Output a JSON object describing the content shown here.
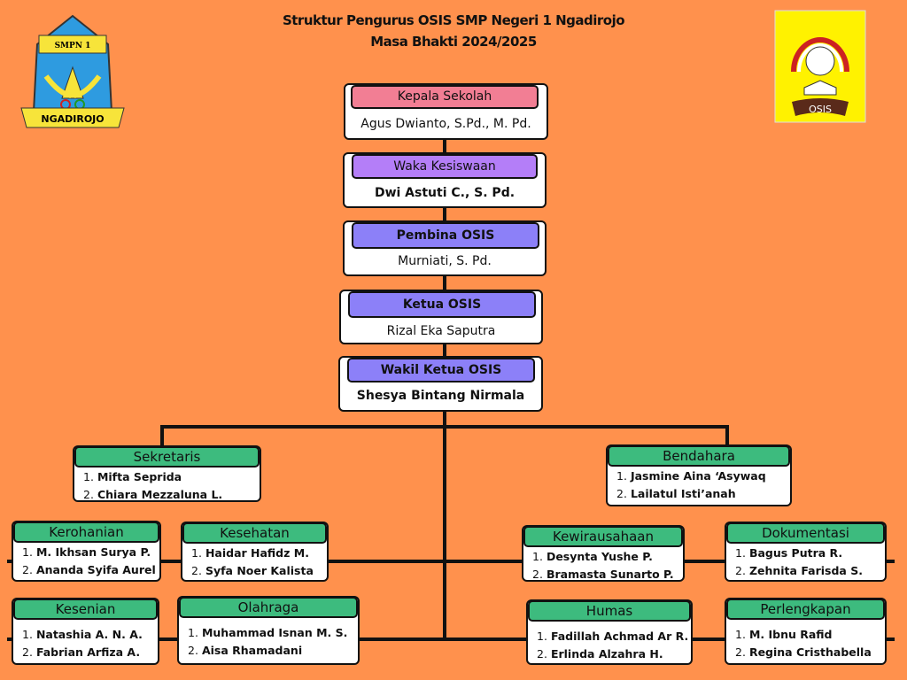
{
  "title": {
    "line1": "Struktur Pengurus OSIS SMP Negeri 1 Ngadirojo",
    "line2": "Masa Bhakti 2024/2025"
  },
  "logos": {
    "school_top": "SMPN 1",
    "school_bottom": "NGADIROJO",
    "osis": "OSIS"
  },
  "leadership": [
    {
      "role": "Kepala Sekolah",
      "name": "Agus Dwianto, S.Pd., M. Pd.",
      "color": "#F27E94"
    },
    {
      "role": "Waka Kesiswaan",
      "name": "Dwi Astuti C., S. Pd.",
      "color": "#B47EF8"
    },
    {
      "role": "Pembina OSIS",
      "name": "Murniati, S. Pd.",
      "color": "#8C80F8"
    },
    {
      "role": "Ketua OSIS",
      "name": "Rizal Eka Saputra",
      "color": "#8C80F8"
    },
    {
      "role": "Wakil Ketua OSIS",
      "name": "Shesya Bintang Nirmala",
      "color": "#8C80F8"
    }
  ],
  "divisions": [
    {
      "role": "Sekretaris",
      "members": [
        "1.",
        "Mifta Seprida",
        "2.",
        "Chiara Mezzaluna L."
      ]
    },
    {
      "role": "Bendahara",
      "members": [
        "1.",
        "Jasmine Aina ‘Asywaq",
        "2.",
        "Lailatul Isti’anah"
      ]
    },
    {
      "role": "Kerohanian",
      "members": [
        "1.",
        "M. Ikhsan Surya P.",
        "2.",
        "Ananda Syifa Aurel"
      ]
    },
    {
      "role": "Kesehatan",
      "members": [
        "1.",
        "Haidar Hafidz M.",
        "2.",
        "Syfa Noer Kalista"
      ]
    },
    {
      "role": "Kewirausahaan",
      "members": [
        "1.",
        "Desynta Yushe P.",
        "2.",
        "Bramasta Sunarto P."
      ]
    },
    {
      "role": "Dokumentasi",
      "members": [
        "1.",
        "Bagus Putra R.",
        "2.",
        "Zehnita Farisda S."
      ]
    },
    {
      "role": "Kesenian",
      "members": [
        "1.",
        "Natashia A. N. A.",
        "2.",
        "Fabrian Arfiza A."
      ]
    },
    {
      "role": "Olahraga",
      "members": [
        "1.",
        "Muhammad Isnan M. S.",
        "2.",
        "Aisa Rhamadani"
      ]
    },
    {
      "role": "Humas",
      "members": [
        "1.",
        "Fadillah Achmad Ar R.",
        "2.",
        "Erlinda Alzahra H."
      ]
    },
    {
      "role": "Perlengkapan",
      "members": [
        "1.",
        "M. Ibnu Rafid",
        "2.",
        "Regina Cristhabella"
      ]
    }
  ],
  "colors": {
    "background": "#FF914D",
    "division_header": "#3DBB7E"
  }
}
